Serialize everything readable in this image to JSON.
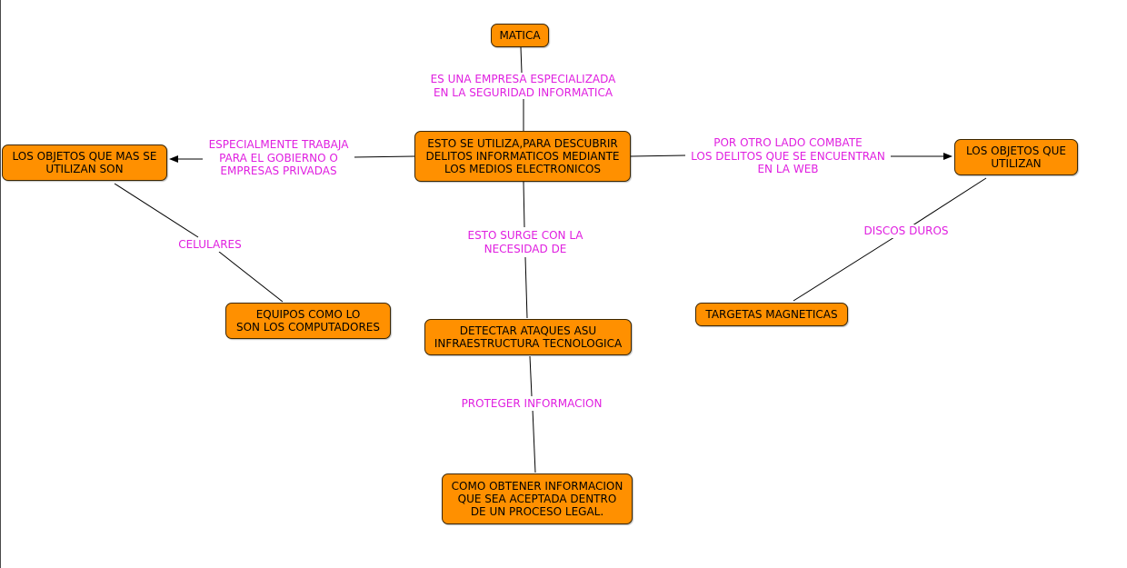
{
  "nodes": {
    "matica": "MATICA",
    "center": "ESTO SE UTILIZA,PARA DESCUBRIR\nDELITOS INFORMATICOS MEDIANTE\nLOS MEDIOS ELECTRONICOS",
    "objetos_left": "LOS OBJETOS QUE MAS SE\nUTILIZAN SON",
    "objetos_right": "LOS OBJETOS QUE\nUTILIZAN",
    "equipos": "EQUIPOS COMO LO\nSON  LOS COMPUTADORES",
    "detectar": "DETECTAR ATAQUES ASU\nINFRAESTRUCTURA TECNOLOGICA",
    "targetas": "TARGETAS MAGNETICAS",
    "obtener": "COMO OBTENER INFORMACION\nQUE SEA ACEPTADA DENTRO\nDE UN PROCESO LEGAL."
  },
  "links": {
    "empresa": "ES UNA EMPRESA ESPECIALIZADA\nEN LA SEGURIDAD INFORMATICA",
    "gobierno": "ESPECIALMENTE TRABAJA\nPARA EL GOBIERNO O\nEMPRESAS PRIVADAS",
    "combate": "POR OTRO LADO COMBATE\nLOS DELITOS QUE SE ENCUENTRAN\nEN LA WEB",
    "celulares": "CELULARES",
    "discos": "DISCOS DUROS",
    "surge": "ESTO SURGE CON LA\nNECESIDAD DE",
    "proteger": "PROTEGER INFORMACION"
  },
  "colors": {
    "node_fill": "#ff9000",
    "node_border": "#3a2600",
    "link_text": "#e020e0",
    "line": "#000000"
  }
}
